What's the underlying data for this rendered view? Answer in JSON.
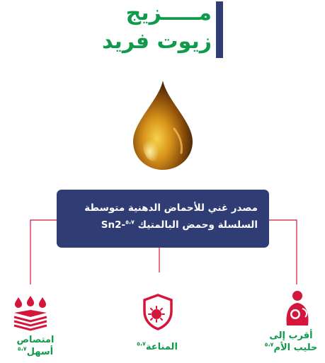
{
  "title": {
    "line1": "مـــــزيج",
    "line2": "زيوت فريد"
  },
  "info_box": {
    "line1": "مصدر غني للأحماض الدهنية متوسطة",
    "line2": "السلسلة وحمض البالمتيك",
    "line2_suffix": "Sn2-",
    "ref": "٥،٧"
  },
  "features": [
    {
      "label_line1": "أقرب إلى",
      "label_line2": "حليب الأم",
      "ref": "٥،٧",
      "icon": "mother-baby-icon"
    },
    {
      "label_line1": "المناعة",
      "label_line2": "",
      "ref": "٥،٧",
      "icon": "immunity-shield-icon"
    },
    {
      "label_line1": "امتصاص",
      "label_line2": "أسهل",
      "ref": "٥،٧",
      "icon": "absorption-layers-icon"
    }
  ],
  "colors": {
    "green": "#0f9a4c",
    "navy": "#2f3d74",
    "red": "#d4163c"
  }
}
